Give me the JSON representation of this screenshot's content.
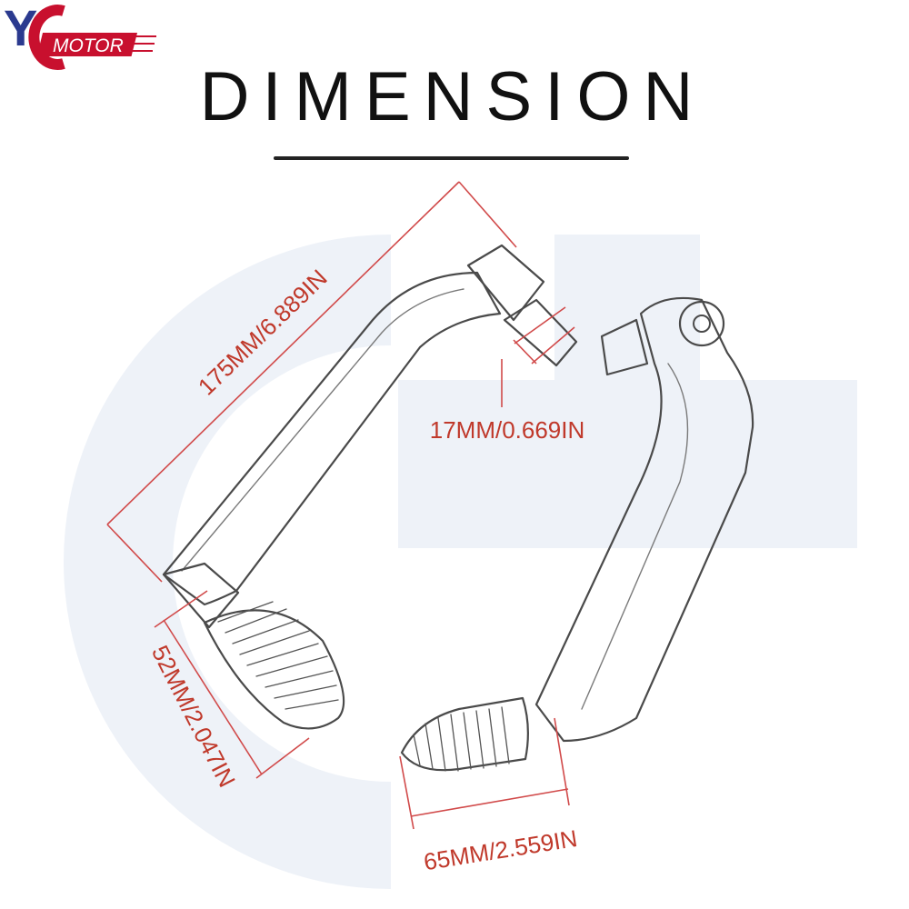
{
  "brand": {
    "logo_letter_y": "Y",
    "logo_letter_c": "C",
    "logo_word": "MOTOR",
    "logo_color": "#c8102e",
    "logo_dark": "#2b3a8f"
  },
  "header": {
    "title": "DIMENSION"
  },
  "dimensions": {
    "length_label": "175MM/6.889IN",
    "bar_diameter_label": "17MM/0.669IN",
    "grip_left_label": "52MM/2.047IN",
    "grip_bottom_label": "65MM/2.559IN"
  },
  "colors": {
    "dimension_line": "#d14a4a",
    "dimension_text": "#c0392b",
    "outline": "#4a4a4a",
    "watermark": "#eef2f8",
    "title": "#111111"
  }
}
